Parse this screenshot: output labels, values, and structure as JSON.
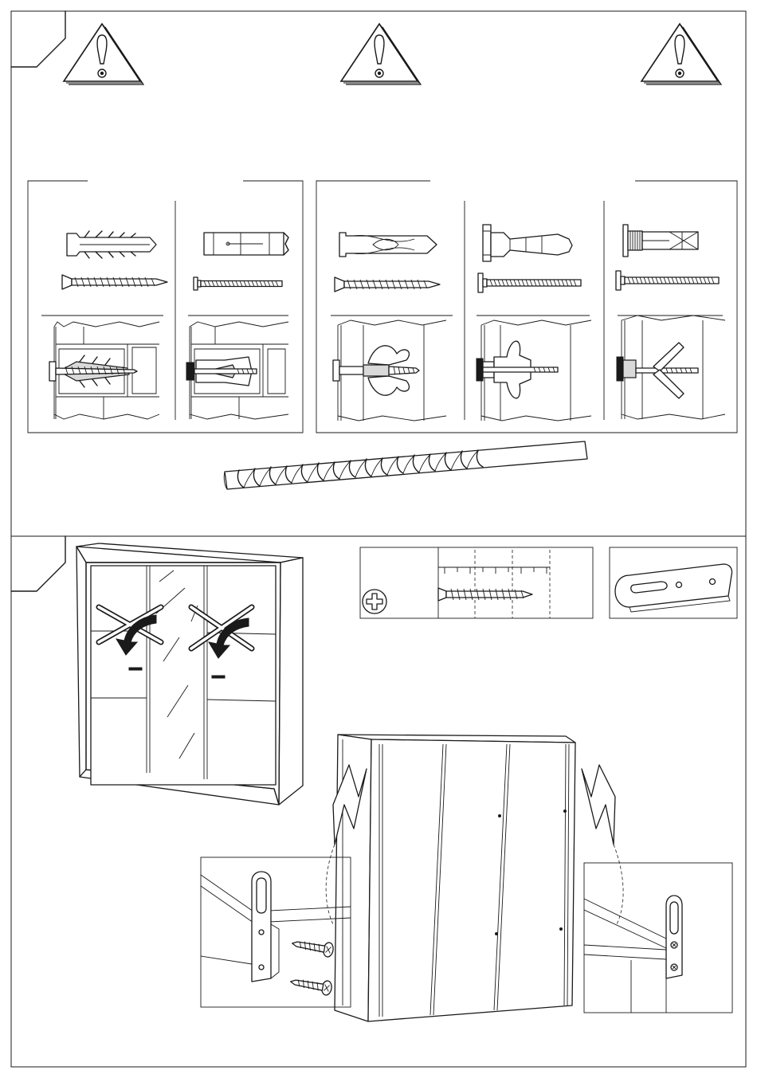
{
  "page": {
    "kind": "assembly-instructions",
    "sections": [
      {
        "id": "wall-fixing-warning",
        "warning_icons": [
          "warning-icon",
          "warning-icon",
          "warning-icon"
        ],
        "fixing_types": [
          "plastic-wall-plug",
          "metal-expansion-anchor",
          "hollow-wall-plug",
          "hollow-wall-anchor",
          "spring-toggle-bolt"
        ],
        "tool": "drill-bit-icon"
      },
      {
        "id": "anti-tip-bracket",
        "icons": [
          "phillips-screw-head-icon",
          "wood-screw-icon",
          "ruler-icon",
          "anti-tip-bracket-icon",
          "rotate-arrow-icon",
          "cross-out-icon"
        ]
      }
    ]
  }
}
